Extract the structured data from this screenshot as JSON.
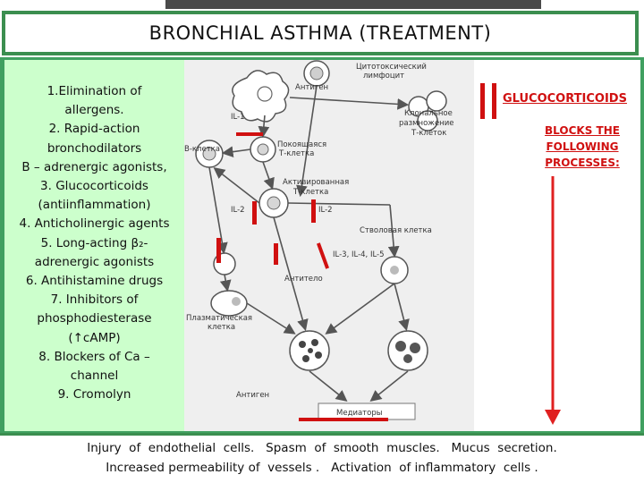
{
  "title": "BRONCHIAL  ASTHMA  (TREATMENT)",
  "treatment_list": [
    "1.Elimination  of",
    "allergens.",
    "2. Rapid-action",
    "bronchodilators",
    "B – adrenergic agonists,",
    "3. Glucocorticoids",
    "(antiinflammation)",
    "4. Anticholinergic  agents",
    "5. Long-acting  β₂-",
    "adrenergic  agonists",
    "6. Antihistamine  drugs",
    "7. Inhibitors of",
    "phosphodiesterase",
    "(↑cAMP)",
    "8. Blockers  of  Ca –",
    "channel",
    "9. Cromolyn"
  ],
  "diagram_labels": {
    "cytotoxic": "Цитотоксический",
    "lymphocyte": "лимфоцит",
    "antigen_top": "Антиген",
    "il1": "IL-1",
    "clonal1": "Клональное",
    "clonal2": "размножение",
    "clonal3": "Т-клеток",
    "bcell": "В-клетка",
    "resting1": "Покоящаяся",
    "resting2": "Т-клетка",
    "activated1": "Активированная",
    "activated2": "Т-клетка",
    "il2_left": "IL-2",
    "il2_right": "IL-2",
    "stem": "Стволовая клетка",
    "il345": "IL-3, IL-4, IL-5",
    "antibody": "Антитело",
    "plasma1": "Плазматическая",
    "plasma2": "клетка",
    "antigen_bottom": "Антиген",
    "mediators": "Медиаторы"
  },
  "right_panel": {
    "glucocorticoids": "GLUCOCORTICOIDS",
    "blocks": [
      "BLOCKS  THE",
      "FOLLOWING",
      "PROCESSES:"
    ]
  },
  "bottom_lines": [
    "Injury  of  endothelial  cells.   Spasm  of  smooth  muscles.   Mucus  secretion.",
    "Increased permeability of  vessels .   Activation  of inflammatory  cells ."
  ],
  "colors": {
    "frame_green": "#40a060",
    "panel_green": "#ccffcc",
    "accent_red": "#d01010"
  }
}
